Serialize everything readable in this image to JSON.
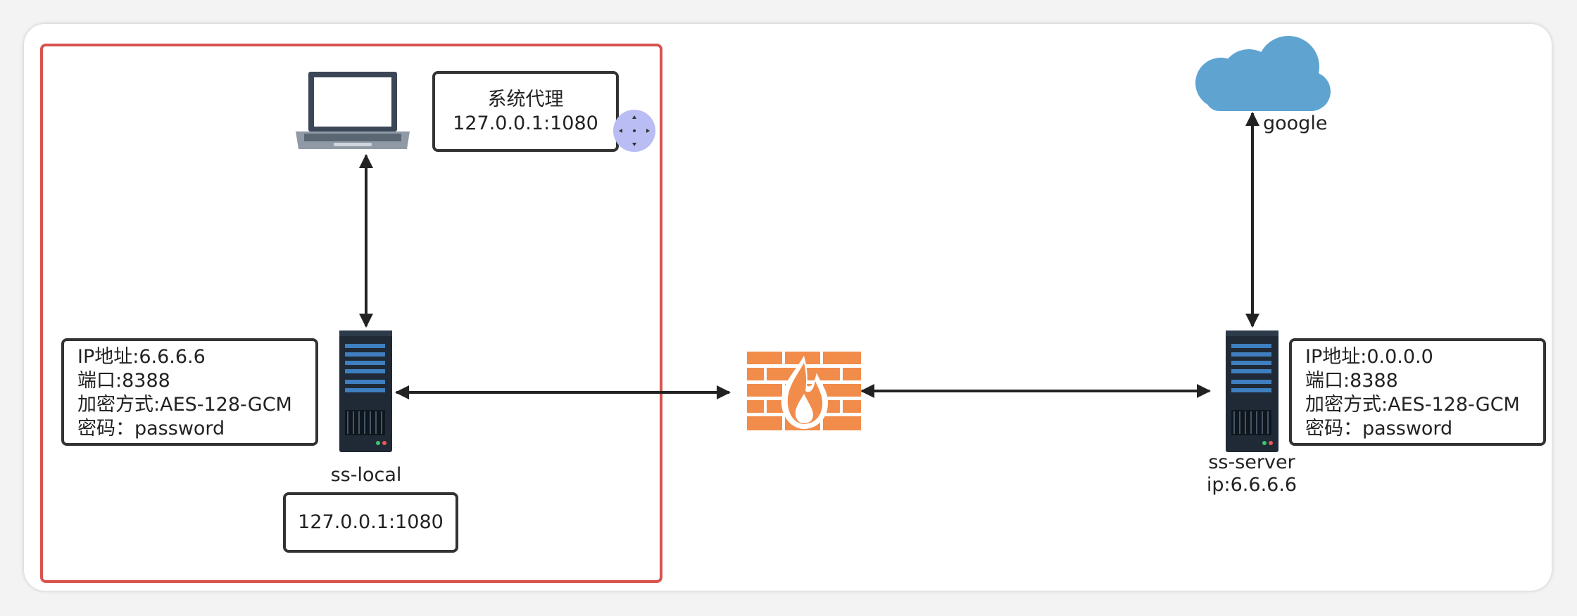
{
  "proxy_box": {
    "line1": "系统代理",
    "line2": "127.0.0.1:1080"
  },
  "local_info": {
    "ip": "IP地址:6.6.6.6",
    "port": "端口:8388",
    "cipher": "加密方式:AES-128-GCM",
    "password": "密码：password"
  },
  "server_info": {
    "ip": "IP地址:0.0.0.0",
    "port": "端口:8388",
    "cipher": "加密方式:AES-128-GCM",
    "password": "密码：password"
  },
  "local_label": "ss-local",
  "local_addr": "127.0.0.1:1080",
  "server_label": {
    "line1": "ss-server",
    "line2": "ip:6.6.6.6"
  },
  "cloud_label": "google",
  "colors": {
    "region_border": "#d9534f",
    "firewall": "#f28c4a",
    "cloud": "#5fa4d1",
    "server_body": "#1f2a36",
    "server_slot": "#3f7fbf",
    "arrow": "#222222"
  },
  "icons": {
    "laptop": "laptop-icon",
    "server_local": "server-icon",
    "server_remote": "server-icon",
    "firewall": "firewall-icon",
    "cloud": "cloud-icon"
  }
}
